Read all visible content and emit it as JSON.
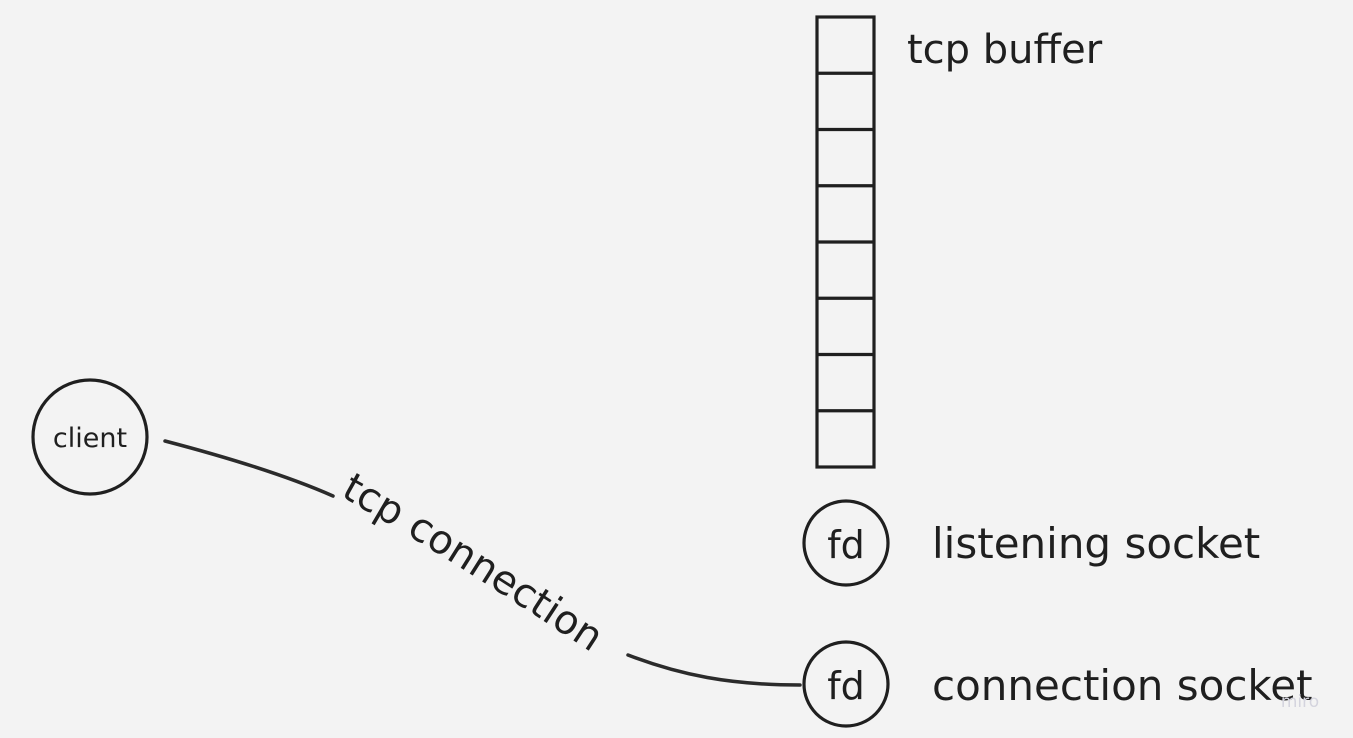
{
  "diagram": {
    "nodes": {
      "client": {
        "label": "client"
      },
      "listening_fd": {
        "label": "fd"
      },
      "connection_fd": {
        "label": "fd"
      }
    },
    "buffer": {
      "label": "tcp buffer",
      "slots": 8
    },
    "labels": {
      "listening": "listening socket",
      "connection": "connection socket"
    },
    "edges": [
      {
        "from": "client",
        "to": "connection_fd",
        "label": "tcp connection"
      }
    ],
    "watermark": "miro"
  }
}
